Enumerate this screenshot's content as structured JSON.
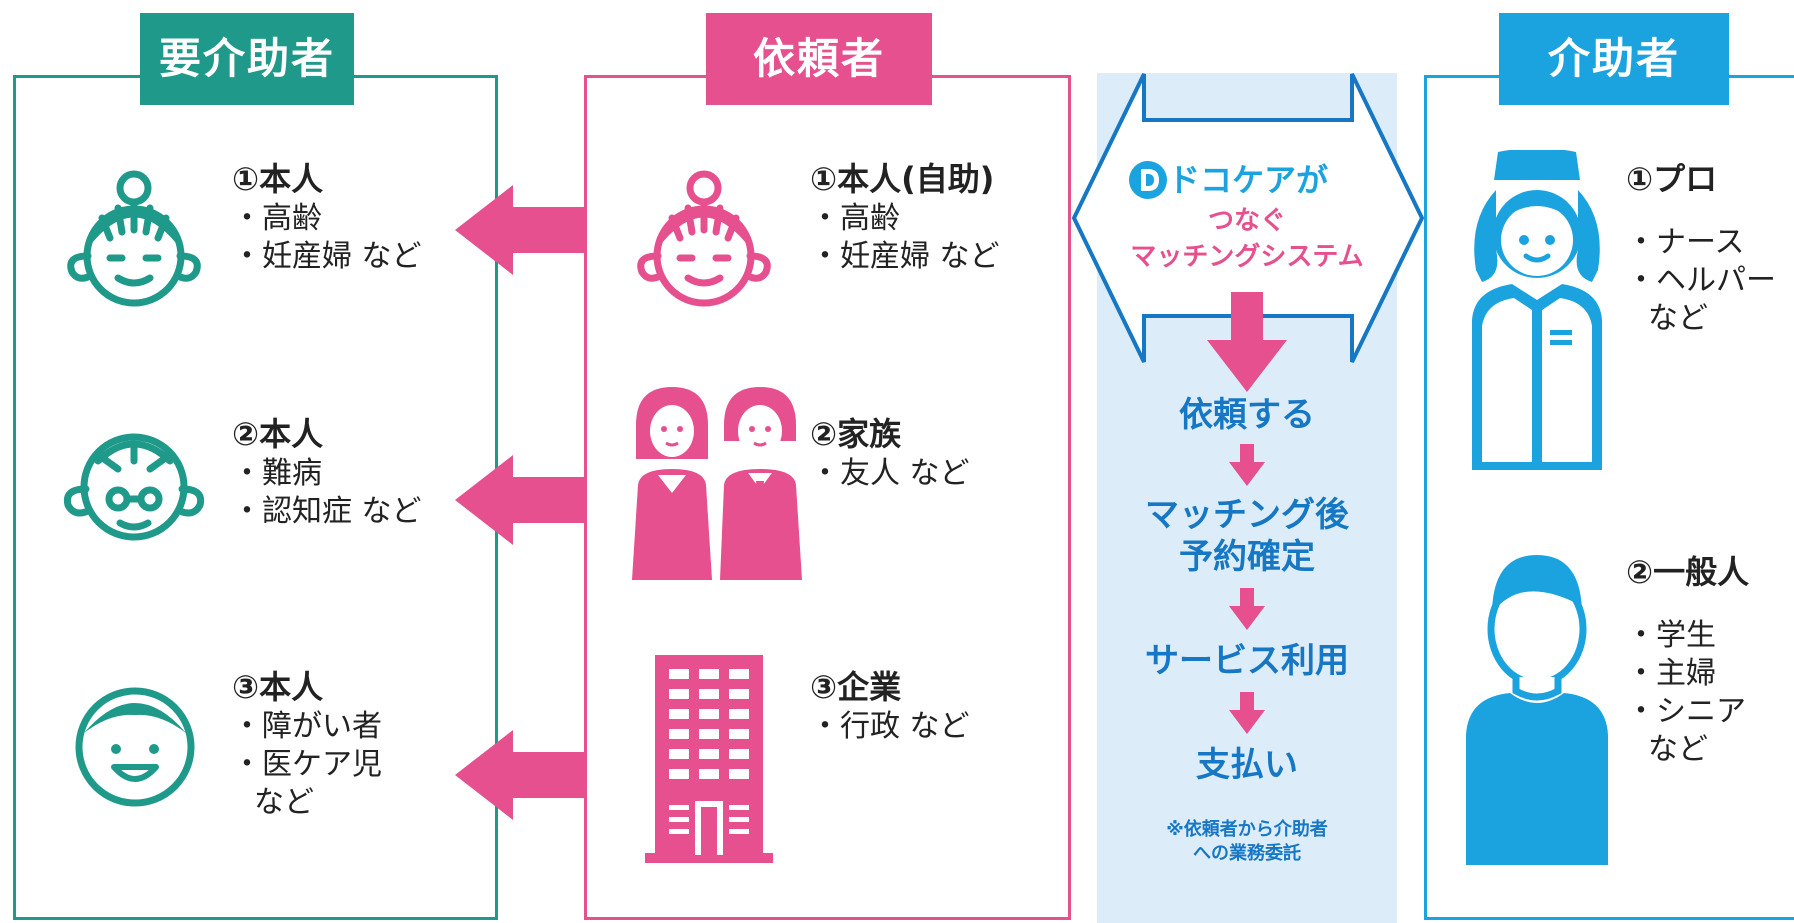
{
  "panels": {
    "left_title": "要介助者",
    "mid_title": "依頼者",
    "right_title": "介助者"
  },
  "left": {
    "items": [
      {
        "head": "①本人",
        "lines": [
          "・高齢",
          "・妊産婦 など"
        ]
      },
      {
        "head": "②本人",
        "lines": [
          "・難病",
          "・認知症 など"
        ]
      },
      {
        "head": "③本人",
        "lines": [
          "・障がい者",
          "・医ケア児",
          "など"
        ]
      }
    ]
  },
  "mid": {
    "items": [
      {
        "head": "①本人(自助)",
        "lines": [
          "・高齢",
          "・妊産婦 など"
        ]
      },
      {
        "head": "②家族",
        "lines": [
          "・友人 など"
        ]
      },
      {
        "head": "③企業",
        "lines": [
          "・行政 など"
        ]
      }
    ]
  },
  "system": {
    "logo_name": "ドコケアが",
    "logo_sub": "つなぐ",
    "logo_system": "マッチングシステム",
    "steps": [
      "依頼する",
      "マッチング後",
      "予約確定",
      "サービス利用",
      "支払い"
    ],
    "note_line1": "※依頼者から介助者",
    "note_line2": "への業務委託"
  },
  "right": {
    "items": [
      {
        "head": "①プロ",
        "lines": [
          "・ナース",
          "・ヘルパー",
          "など"
        ]
      },
      {
        "head": "②一般人",
        "lines": [
          "・学生",
          "・主婦",
          "・シニア",
          "など"
        ]
      }
    ]
  },
  "colors": {
    "teal": "#1f9a8a",
    "pink": "#e6508f",
    "blue": "#1ba3df",
    "system_text": "#1677c4",
    "system_bg": "#dcecf8"
  }
}
